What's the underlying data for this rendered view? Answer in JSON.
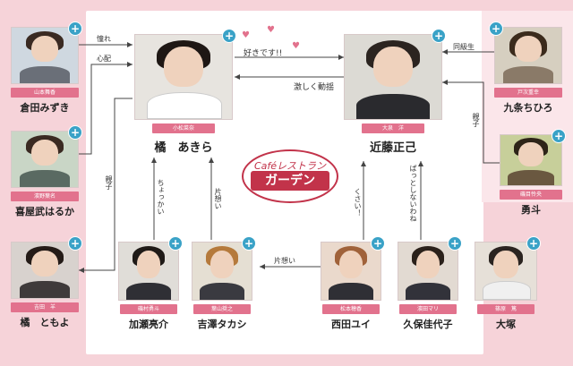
{
  "logo": {
    "top": "Caféレストラン",
    "main": "ガーデン"
  },
  "people": {
    "kurata": {
      "actor": "山本舞香",
      "role": "倉田みずき"
    },
    "tachibana": {
      "actor": "小松菜奈",
      "role": "橘　あきら"
    },
    "kondo": {
      "actor": "大泉　洋",
      "role": "近藤正己"
    },
    "kujo": {
      "actor": "戸次重幸",
      "role": "九条ちひろ"
    },
    "kyan": {
      "actor": "濱野葉名",
      "role": "喜屋武はるか"
    },
    "yuto": {
      "actor": "磯目怜央",
      "role": "勇斗"
    },
    "tomoyo": {
      "actor": "吉田　羊",
      "role": "橘　ともよ"
    },
    "kase": {
      "actor": "磯村勇斗",
      "role": "加瀬亮介"
    },
    "yoshizawa": {
      "actor": "葉山奨之",
      "role": "吉澤タカシ"
    },
    "nishida": {
      "actor": "松本穂香",
      "role": "西田ユイ"
    },
    "kubo": {
      "actor": "濱田マリ",
      "role": "久保佳代子"
    },
    "otsuka": {
      "actor": "篠原　篤",
      "role": "大塚"
    }
  },
  "relations": {
    "admire": "憧れ",
    "worry": "心配",
    "love_confess": "好きです!!",
    "shaken": "激しく動揺",
    "classmate": "同級生",
    "parent_right": "親子",
    "parent_left": "親子",
    "teasing": "ちょっかい",
    "crush1": "片想い",
    "crush2": "片想い",
    "smelly": "くさい！",
    "vague": "ぱっとしないわね"
  }
}
